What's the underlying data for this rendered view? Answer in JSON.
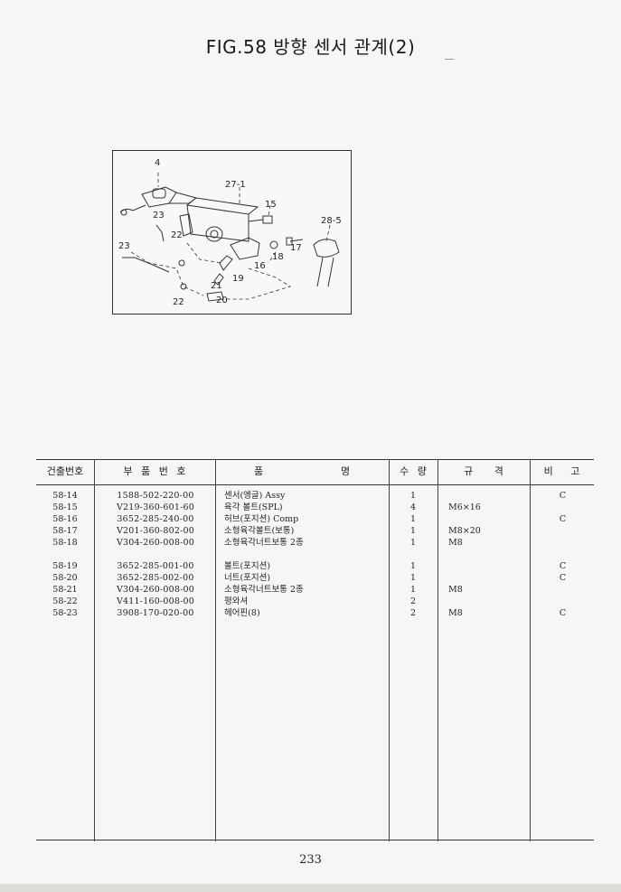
{
  "title": "FIG.58 방향 센서 관계(2)",
  "diagram": {
    "callouts": [
      "4",
      "27-1",
      "23",
      "15",
      "28-5",
      "22",
      "17",
      "23",
      "18",
      "16",
      "19",
      "21",
      "22",
      "20"
    ]
  },
  "table": {
    "headers": {
      "no": "건출번호",
      "part": "부 품 번 호",
      "name_a": "품",
      "name_b": "명",
      "qty": "수 량",
      "spec": "규 격",
      "remark": "비 고"
    },
    "rows": [
      {
        "no": "58-14",
        "part": "1588-502-220-00",
        "name": "센서(엥글) Assy",
        "qty": "1",
        "spec": "",
        "remark": "C"
      },
      {
        "no": "58-15",
        "part": "V219-360-601-60",
        "name": "육각 볼트(SPL)",
        "qty": "4",
        "spec": "M6×16",
        "remark": ""
      },
      {
        "no": "58-16",
        "part": "3652-285-240-00",
        "name": "허브(포지션) Comp",
        "qty": "1",
        "spec": "",
        "remark": "C"
      },
      {
        "no": "58-17",
        "part": "V201-360-802-00",
        "name": "소형육각볼트(보통)",
        "qty": "1",
        "spec": "M8×20",
        "remark": ""
      },
      {
        "no": "58-18",
        "part": "V304-260-008-00",
        "name": "소형육각너트보통 2종",
        "qty": "1",
        "spec": "M8",
        "remark": ""
      },
      {
        "no": "58-19",
        "part": "3652-285-001-00",
        "name": "볼트(포지션)",
        "qty": "1",
        "spec": "",
        "remark": "C"
      },
      {
        "no": "58-20",
        "part": "3652-285-002-00",
        "name": "너트(포지션)",
        "qty": "1",
        "spec": "",
        "remark": "C"
      },
      {
        "no": "58-21",
        "part": "V304-260-008-00",
        "name": "소형육각너트보통 2종",
        "qty": "1",
        "spec": "M8",
        "remark": ""
      },
      {
        "no": "58-22",
        "part": "V411-160-008-00",
        "name": "평와셔",
        "qty": "2",
        "spec": "",
        "remark": ""
      },
      {
        "no": "58-23",
        "part": "3908-170-020-00",
        "name": "헤어핀(8)",
        "qty": "2",
        "spec": "M8",
        "remark": "C"
      }
    ]
  },
  "page_number": "233"
}
